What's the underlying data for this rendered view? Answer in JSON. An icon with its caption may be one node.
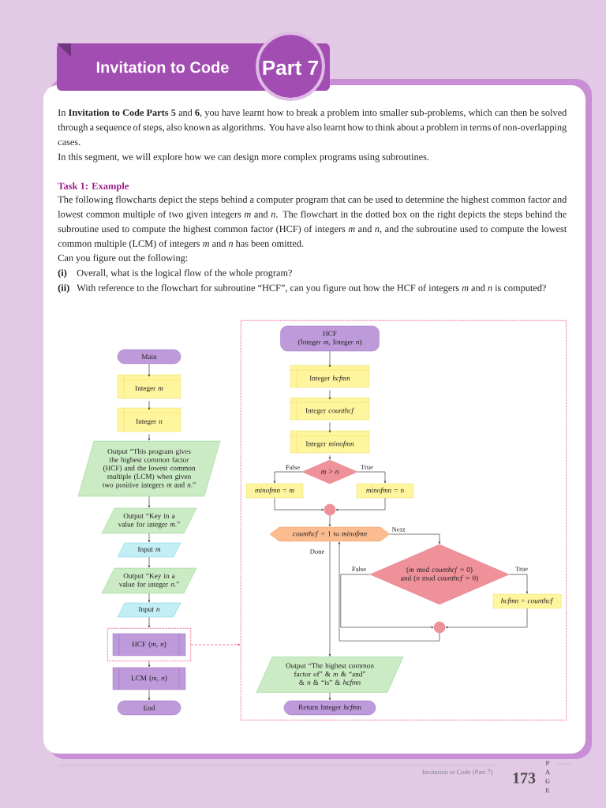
{
  "diagram": {
    "title": "Invitation to Code",
    "nodes": [
      {
        "text": [
          "Main"
        ]
      },
      {
        "text": [
          "Integer *m*"
        ]
      },
      {
        "text": [
          "Integer *n*"
        ]
      },
      {
        "text": [
          "Output “This program gives the highest common factor (HCF) and the lowest common multiple (LCM) when given two positive integers *m* and *n*.”"
        ]
      },
      {
        "text": [
          "Output “Key in a value for integer *m*.”"
        ]
      },
      {
        "text": [
          "Input *m*"
        ]
      },
      {
        "text": [
          "Output “Key in a value for integer *n*.”"
        ]
      },
      {
        "text": [
          "Input *n*"
        ]
      },
      {
        "text": [],
        "shape": "box"
      },
      {
        "text": [
          "HCF (*m*, *n*)"
        ],
        "in": 8
      },
      {
        "text": [
          "LCM (*m*, *n*)"
        ]
      },
      {
        "text": [
          "End"
        ]
      },
      {
        "text": [],
        "shape": "box"
      },
      {
        "text": [
          "HCF",
          "(Integer *m*, Integer *n*)"
        ],
        "in": 12
      },
      {
        "text": [
          "Integer *hcfmn*"
        ],
        "in": 12
      },
      {
        "text": [
          "Integer *counthcf*"
        ],
        "in": 12
      },
      {
        "text": [
          "Integer *minofmn*"
        ],
        "in": 12
      },
      {
        "text": [
          "*m* > *n*"
        ],
        "in": 12
      },
      {
        "text": [
          "*minofmn* = *m*"
        ],
        "in": 12
      },
      {
        "text": [
          "*minofmn* = *n*"
        ],
        "in": 12
      },
      {
        "text": [],
        "shape": "circle",
        "in": 12
      },
      {
        "text": [
          "*counthcf* = 1 to *minofmn*"
        ],
        "in": 12
      },
      {
        "text": [
          "(*m* mod *counthcf* = 0) and (*n* mod *counthcf* = 0)"
        ],
        "in": 12
      },
      {
        "text": [
          "*hcfmn* = *counthcf*"
        ],
        "in": 12
      },
      {
        "text": [],
        "shape": "circle",
        "in": 12
      },
      {
        "text": [
          "Output “The highest common factor of” & *m* & “and” & *n* & “is” & *hcfmn*"
        ],
        "in": 12
      },
      {
        "text": [
          "Return Integer *hcfmn*"
        ],
        "in": 12
      }
    ],
    "edges": [
      {
        "from": 0,
        "to": 1,
        "arrow": "to"
      },
      {
        "from": 1,
        "to": 2,
        "arrow": "to"
      },
      {
        "from": 2,
        "to": 3,
        "arrow": "to"
      },
      {
        "from": 3,
        "to": 4,
        "arrow": "to"
      },
      {
        "from": 4,
        "to": 5,
        "arrow": "to"
      },
      {
        "from": 5,
        "to": 6,
        "arrow": "to"
      },
      {
        "from": 6,
        "to": 7,
        "arrow": "to"
      },
      {
        "from": 7,
        "to": 8,
        "arrow": "to"
      },
      {
        "from": 8,
        "to": 10,
        "arrow": "to"
      },
      {
        "from": 10,
        "to": 11,
        "arrow": "to"
      },
      {
        "from": 8,
        "to": 12,
        "arrow": "to",
        "style": "dashed",
        "color": "#e8336e"
      },
      {
        "from": 13,
        "to": 14,
        "arrow": "to"
      },
      {
        "from": 14,
        "to": 15,
        "arrow": "to"
      },
      {
        "from": 15,
        "to": 16,
        "arrow": "to"
      },
      {
        "from": 16,
        "to": 17,
        "arrow": "to"
      },
      {
        "from": 17,
        "to": 18,
        "arrow": "to",
        "label": "False"
      },
      {
        "from": 17,
        "to": 19,
        "arrow": "to",
        "label": "True"
      },
      {
        "from": 18,
        "to": 20,
        "arrow": "to"
      },
      {
        "from": 19,
        "to": 20,
        "arrow": "to"
      },
      {
        "from": 20,
        "to": 21,
        "arrow": "to"
      },
      {
        "from": 21,
        "to": 22,
        "arrow": "to",
        "label": "Next"
      },
      {
        "from": 22,
        "to": 24,
        "arrow": "to",
        "label": "False"
      },
      {
        "from": 22,
        "to": 23,
        "arrow": "to",
        "label": "True"
      },
      {
        "from": 23,
        "to": 24,
        "arrow": "to"
      },
      {
        "from": 24,
        "to": 21,
        "arrow": "to"
      },
      {
        "from": 21,
        "to": 25,
        "arrow": "to",
        "label": "Done"
      },
      {
        "from": 25,
        "to": 26,
        "arrow": "to"
      }
    ],
    "labels": [
      "Part 7",
      "In **Invitation to Code Parts 5** and **6**, you have learnt how to break a problem into smaller sub-problems, which can then be solved through a sequence of steps, also known as algorithms. You have also learnt how to think about a problem in terms of non-overlapping cases.",
      "In this segment, we will explore how we can design more complex programs using subroutines.",
      "Task 1: Example",
      "The following flowcharts depict the steps behind a computer program that can be used to determine the highest common factor and lowest common multiple of two given integers *m* and *n*. The flowchart in the dotted box on the right depicts the steps behind the subroutine used to compute the highest common factor (HCF) of integers *m* and *n*, and the subroutine used to compute the lowest common multiple (LCM) of integers *m* and *n* has been omitted.",
      "Can you figure out the following:",
      "(i)",
      "Overall, what is the logical flow of the whole program?",
      "(ii)",
      "With reference to the flowchart for subroutine “HCF”, can you figure out how the HCF of integers *m* and *n* is computed?",
      "Invitation to Code (Part 7)",
      "173",
      "P",
      "A",
      "G",
      "E"
    ]
  }
}
